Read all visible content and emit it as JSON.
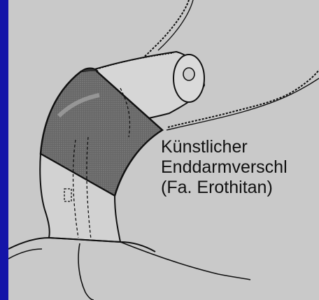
{
  "caption": {
    "line1": "Künstlicher",
    "line2": "Enddarmverschl",
    "line3": "(Fa. Erothitan)"
  },
  "colors": {
    "background": "#1414a8",
    "panel": "#c9c9c9",
    "sleeve": "#6c6c6c",
    "lines": "#111111"
  }
}
